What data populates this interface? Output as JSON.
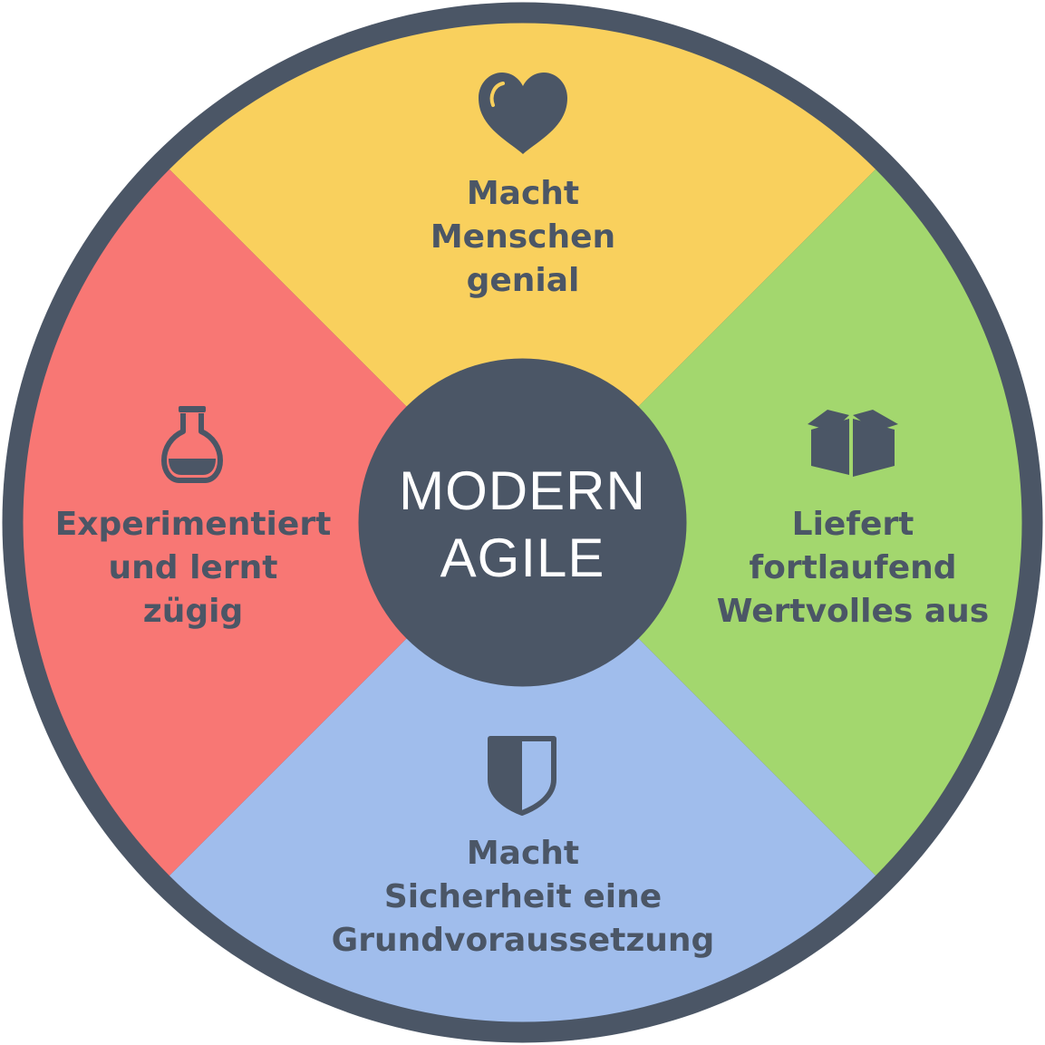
{
  "colors": {
    "ring": "#4b5666",
    "text": "#4b5666",
    "center_text": "#ffffff",
    "top": "#f9d05d",
    "right": "#a3d76e",
    "bottom": "#a0bdec",
    "left": "#f87774"
  },
  "center": {
    "line1": "MODERN",
    "line2": "AGILE"
  },
  "segments": {
    "top": {
      "icon": "heart-icon",
      "lines": [
        "Macht",
        "Menschen",
        "genial"
      ]
    },
    "right": {
      "icon": "box-icon",
      "lines": [
        "Liefert",
        "fortlaufend",
        "Wertvolles aus"
      ]
    },
    "bottom": {
      "icon": "shield-icon",
      "lines": [
        "Macht",
        "Sicherheit eine",
        "Grundvoraussetzung"
      ]
    },
    "left": {
      "icon": "flask-icon",
      "lines": [
        "Experimentiert",
        "und lernt",
        "zügig"
      ]
    }
  }
}
